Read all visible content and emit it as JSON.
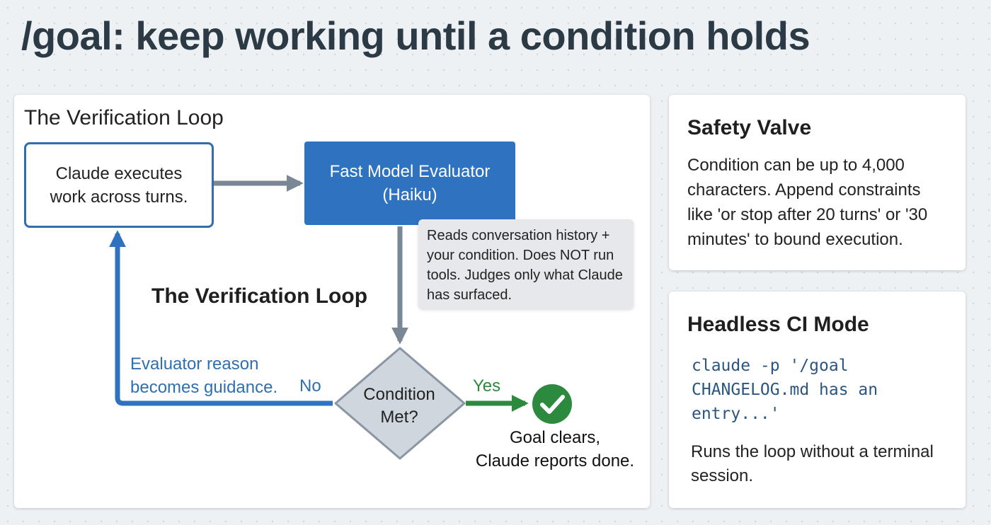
{
  "title": "/goal: keep working until a condition holds",
  "diagram": {
    "heading": "The Verification Loop",
    "execute_box": [
      "Claude executes",
      "work across turns."
    ],
    "evaluator_box": [
      "Fast Model Evaluator",
      "(Haiku)"
    ],
    "evaluator_note": [
      "Reads conversation history +",
      "your condition. Does NOT run",
      "tools. Judges only what Claude",
      "has surfaced."
    ],
    "loop_label": "The Verification Loop",
    "decision": [
      "Condition",
      "Met?"
    ],
    "no_label": "No",
    "yes_label": "Yes",
    "guidance": [
      "Evaluator reason",
      "becomes guidance."
    ],
    "done": [
      "Goal clears,",
      "Claude reports done."
    ],
    "colors": {
      "blue": "#2f72c0",
      "green": "#2c8a3e",
      "gray_arrow": "#7a8794",
      "diamond": "#cfd6de"
    },
    "icons": {
      "done": "check-circle-icon"
    }
  },
  "safety": {
    "title": "Safety Valve",
    "body": [
      "Condition can be up to 4,000",
      "characters. Append constraints",
      "like 'or stop after 20 turns' or '30",
      "minutes'  to bound execution."
    ]
  },
  "ci": {
    "title": "Headless CI Mode",
    "code": [
      "claude -p '/goal",
      "CHANGELOG.md has an",
      "entry...'"
    ],
    "body": [
      "Runs the loop without a terminal",
      "session."
    ]
  }
}
